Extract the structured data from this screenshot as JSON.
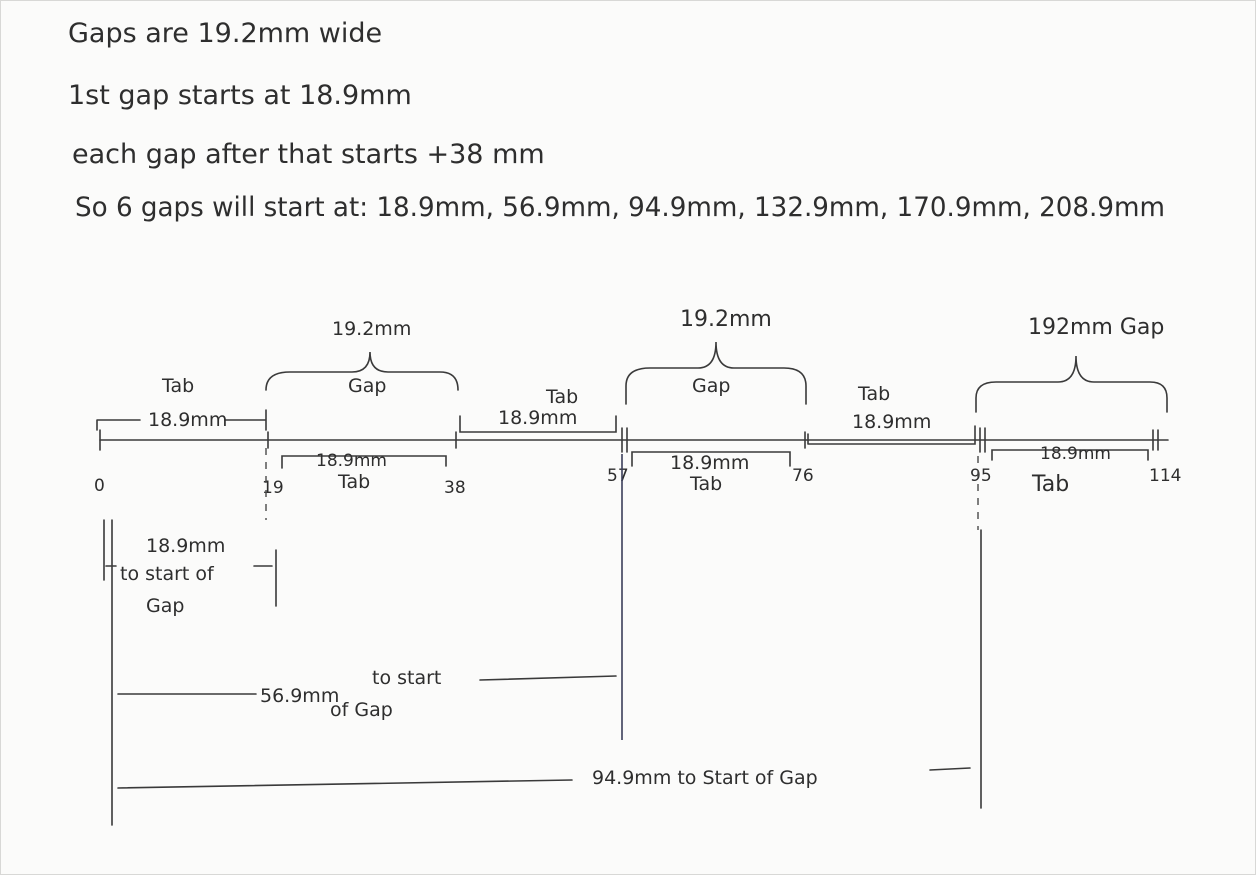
{
  "notes": {
    "line1": "Gaps are 19.2mm wide",
    "line2": "1st gap starts at 18.9mm",
    "line3": "each gap after that starts +38 mm",
    "line4": "So 6 gaps will start at: 18.9mm, 56.9mm, 94.9mm, 132.9mm, 170.9mm, 208.9mm"
  },
  "top_labels": {
    "tab1_title": "Tab",
    "tab1_width": "18.9mm",
    "gap1_title": "Gap",
    "gap1_width": "19.2mm",
    "tab2_title": "Tab",
    "tab2_width": "18.9mm",
    "gap2_title": "Gap",
    "gap2_width": "19.2mm",
    "tab3_title": "Tab",
    "tab3_width": "18.9mm",
    "gap3_width": "192mm Gap"
  },
  "lower_labels": {
    "tab_a_width": "18.9mm",
    "tab_a_title": "Tab",
    "tab_b_width": "18.9mm",
    "tab_b_title": "Tab",
    "tab_c_width": "18.9mm",
    "tab_c_title": "Tab"
  },
  "ticks": [
    "0",
    "19",
    "38",
    "57",
    "76",
    "95",
    "114"
  ],
  "dimensions": {
    "d1_value": "18.9mm",
    "d1_text1": "to start of",
    "d1_text2": "Gap",
    "d2_value": "56.9mm",
    "d2_text1": "to start",
    "d2_text2": "of Gap",
    "d3_text": "94.9mm to Start of Gap"
  }
}
